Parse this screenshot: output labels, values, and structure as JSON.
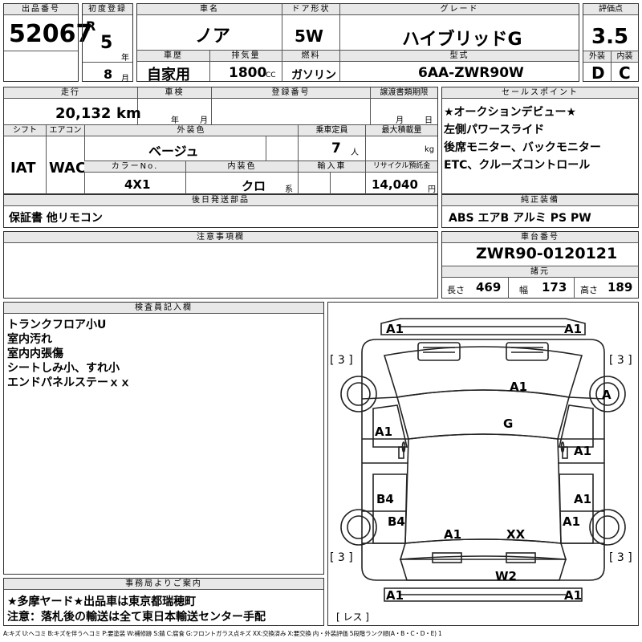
{
  "sheet": {
    "lot_no_label": "出品番号",
    "lot_no": "52067",
    "first_reg_label": "初度登録",
    "era": "R",
    "year": "5",
    "year_unit": "年",
    "month": "8",
    "month_unit": "月",
    "car_name_label": "車名",
    "car_name": "ノア",
    "doors_label": "ドア形状",
    "doors": "5W",
    "grade_label": "グレード",
    "grade": "ハイブリッドG",
    "score_label": "評価点",
    "score": "3.5",
    "ext_label": "外装",
    "ext_grade": "D",
    "int_label": "内装",
    "int_grade": "C",
    "history_label": "車歴",
    "history": "自家用",
    "displacement_label": "排気量",
    "displacement": "1800",
    "cc_unit": "CC",
    "fuel_label": "燃料",
    "fuel": "ガソリン",
    "model_label": "型式",
    "model": "6AA-ZWR90W",
    "mileage_label": "走行",
    "mileage": "20,132",
    "km_unit": "km",
    "inspection_label": "車検",
    "insp_year_unit": "年",
    "insp_month_unit": "月",
    "plate_label": "登録番号",
    "transfer_label": "譲渡書類期限",
    "transfer_month_unit": "月",
    "transfer_day_unit": "日",
    "shift_label": "シフト",
    "shift": "IAT",
    "ac_label": "エアコン",
    "ac": "WAC",
    "ext_color_label": "外装色",
    "ext_color": "ベージュ",
    "capacity_label": "乗車定員",
    "capacity": "7",
    "capacity_unit": "人",
    "max_load_label": "最大積載量",
    "kg_unit": "kg",
    "color_no_label": "カラーNo.",
    "color_no": "4X1",
    "int_color_label": "内装色",
    "int_color": "クロ",
    "int_color_unit": "系",
    "import_label": "輸入車",
    "recycle_label": "リサイクル預託金",
    "recycle": "14,040",
    "yen_unit": "円",
    "later_parts_label": "後日発送部品",
    "later_parts": "保証書 他リモコン",
    "notes_label": "注意事項欄",
    "sales_label": "セールスポイント",
    "sales_points": [
      "★オークションデビュー★",
      "左側パワースライド",
      "後席モニター、バックモニター",
      "ETC、クルーズコントロール"
    ],
    "equipment_label": "純正装備",
    "equipment": "ABS エアB アルミ PS PW",
    "chassis_label": "車台番号",
    "chassis": "ZWR90-0120121",
    "spec_label": "諸元",
    "length_label": "長さ",
    "length": "469",
    "width_label": "幅",
    "width": "173",
    "height_label": "高さ",
    "height": "189",
    "inspector_label": "検査員記入欄",
    "inspector_notes": [
      "トランクフロア小U",
      "室内汚れ",
      "室内内張傷",
      "シートしみ小、すれ小",
      "エンドパネルステーｘｘ"
    ],
    "office_label": "事務局よりご案内",
    "office_lines": [
      "★多摩ヤード★出品車は東京都瑞穂町",
      "注意：落札後の輸送は全て東日本輸送センター手配"
    ],
    "legend": "A:キズ U:ヘコミ B:キズを伴うヘコミ P:要塗装 W:補修跡 S:錆 C:腐食 G:フロントガラス点キズ XX:交換済み X:要交換 内・外装評価 5段階ランク順(A・B・C・D・E) 1"
  },
  "diagram": {
    "marks": {
      "front_left": "A1",
      "front_right": "A1",
      "bracket_tl": "[ 3 ]",
      "bracket_tr": "[ 3 ]",
      "bracket_bl": "[ 3 ]",
      "bracket_br": "[ 3 ]",
      "hood": "A1",
      "wheel_fr": "A",
      "glass": "G",
      "left_front_door": "A1",
      "right_front_door": "A1",
      "left_rear_door_top": "B4",
      "right_rear_door_top": "A1",
      "left_rear": "B4",
      "right_rear": "A1",
      "roof_rear_left": "A1",
      "roof_rear_right": "XX",
      "rear_bumper": "W2",
      "rear_left": "A1",
      "rear_right": "A1",
      "less": "[ レス ]"
    }
  }
}
